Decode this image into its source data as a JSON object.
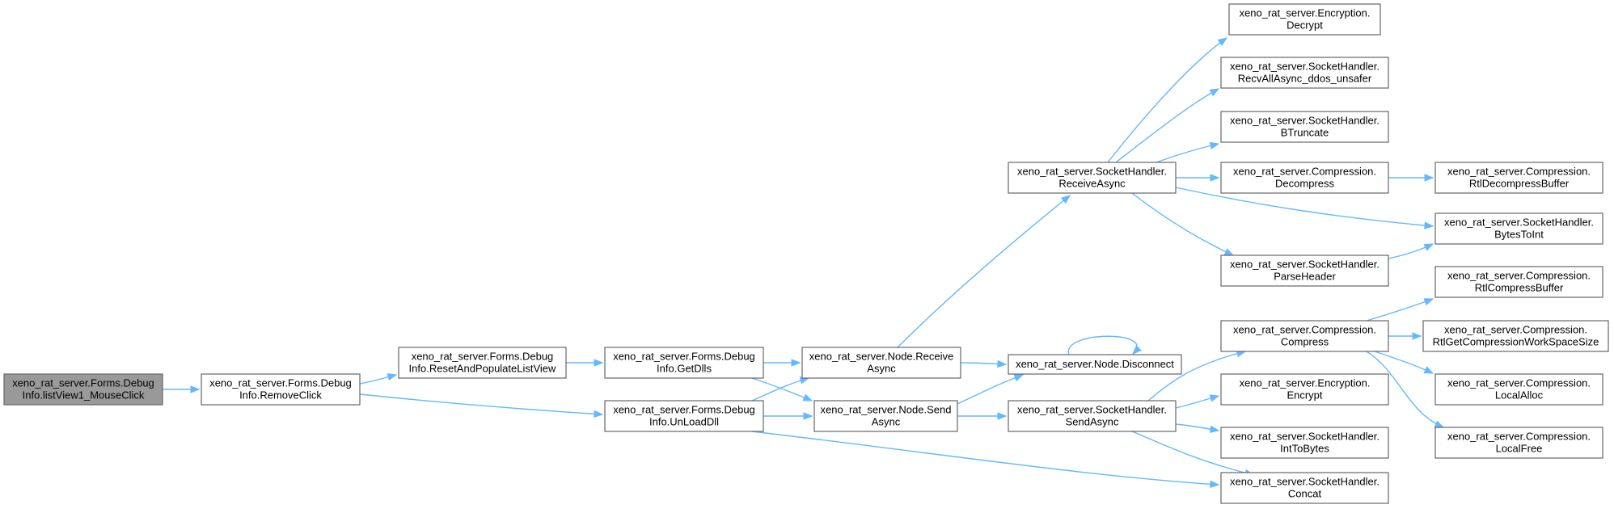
{
  "diagram": {
    "type": "call-graph",
    "nodes": [
      {
        "id": "n0",
        "lines": [
          "xeno_rat_server.Forms.Debug",
          "Info.listView1_MouseClick"
        ],
        "root": true
      },
      {
        "id": "n1",
        "lines": [
          "xeno_rat_server.Forms.Debug",
          "Info.RemoveClick"
        ]
      },
      {
        "id": "n2",
        "lines": [
          "xeno_rat_server.Forms.Debug",
          "Info.ResetAndPopulateListView"
        ]
      },
      {
        "id": "n3",
        "lines": [
          "xeno_rat_server.Forms.Debug",
          "Info.UnLoadDll"
        ]
      },
      {
        "id": "n4",
        "lines": [
          "xeno_rat_server.Forms.Debug",
          "Info.GetDlls"
        ]
      },
      {
        "id": "n5",
        "lines": [
          "xeno_rat_server.Node.Receive",
          "Async"
        ]
      },
      {
        "id": "n6",
        "lines": [
          "xeno_rat_server.Node.Send",
          "Async"
        ]
      },
      {
        "id": "n7",
        "lines": [
          "xeno_rat_server.SocketHandler.",
          "Concat"
        ]
      },
      {
        "id": "n8",
        "lines": [
          "xeno_rat_server.Node.Disconnect"
        ]
      },
      {
        "id": "n9",
        "lines": [
          "xeno_rat_server.SocketHandler.",
          "ReceiveAsync"
        ]
      },
      {
        "id": "n10",
        "lines": [
          "xeno_rat_server.SocketHandler.",
          "SendAsync"
        ]
      },
      {
        "id": "n11",
        "lines": [
          "xeno_rat_server.Encryption.",
          "Decrypt"
        ]
      },
      {
        "id": "n12",
        "lines": [
          "xeno_rat_server.SocketHandler.",
          "RecvAllAsync_ddos_unsafer"
        ]
      },
      {
        "id": "n13",
        "lines": [
          "xeno_rat_server.SocketHandler.",
          "BTruncate"
        ]
      },
      {
        "id": "n14",
        "lines": [
          "xeno_rat_server.Compression.",
          "Decompress"
        ]
      },
      {
        "id": "n15",
        "lines": [
          "xeno_rat_server.SocketHandler.",
          "ParseHeader"
        ]
      },
      {
        "id": "n16",
        "lines": [
          "xeno_rat_server.Compression.",
          "RtlDecompressBuffer"
        ]
      },
      {
        "id": "n17",
        "lines": [
          "xeno_rat_server.SocketHandler.",
          "BytesToInt"
        ]
      },
      {
        "id": "n18",
        "lines": [
          "xeno_rat_server.Compression.",
          "Compress"
        ]
      },
      {
        "id": "n19",
        "lines": [
          "xeno_rat_server.Encryption.",
          "Encrypt"
        ]
      },
      {
        "id": "n20",
        "lines": [
          "xeno_rat_server.SocketHandler.",
          "IntToBytes"
        ]
      },
      {
        "id": "n21",
        "lines": [
          "xeno_rat_server.Compression.",
          "RtlCompressBuffer"
        ]
      },
      {
        "id": "n22",
        "lines": [
          "xeno_rat_server.Compression.",
          "RtlGetCompressionWorkSpaceSize"
        ]
      },
      {
        "id": "n23",
        "lines": [
          "xeno_rat_server.Compression.",
          "LocalAlloc"
        ]
      },
      {
        "id": "n24",
        "lines": [
          "xeno_rat_server.Compression.",
          "LocalFree"
        ]
      }
    ],
    "edges": [
      [
        "n0",
        "n1"
      ],
      [
        "n1",
        "n2"
      ],
      [
        "n1",
        "n3"
      ],
      [
        "n2",
        "n4"
      ],
      [
        "n4",
        "n5"
      ],
      [
        "n4",
        "n6"
      ],
      [
        "n3",
        "n5"
      ],
      [
        "n3",
        "n6"
      ],
      [
        "n3",
        "n7"
      ],
      [
        "n5",
        "n8"
      ],
      [
        "n5",
        "n9"
      ],
      [
        "n6",
        "n8"
      ],
      [
        "n6",
        "n10"
      ],
      [
        "n8",
        "n8"
      ],
      [
        "n9",
        "n11"
      ],
      [
        "n9",
        "n12"
      ],
      [
        "n9",
        "n13"
      ],
      [
        "n9",
        "n14"
      ],
      [
        "n9",
        "n15"
      ],
      [
        "n9",
        "n17"
      ],
      [
        "n14",
        "n16"
      ],
      [
        "n15",
        "n17"
      ],
      [
        "n10",
        "n18"
      ],
      [
        "n10",
        "n19"
      ],
      [
        "n10",
        "n20"
      ],
      [
        "n10",
        "n7"
      ],
      [
        "n18",
        "n21"
      ],
      [
        "n18",
        "n22"
      ],
      [
        "n18",
        "n23"
      ],
      [
        "n18",
        "n24"
      ]
    ]
  }
}
